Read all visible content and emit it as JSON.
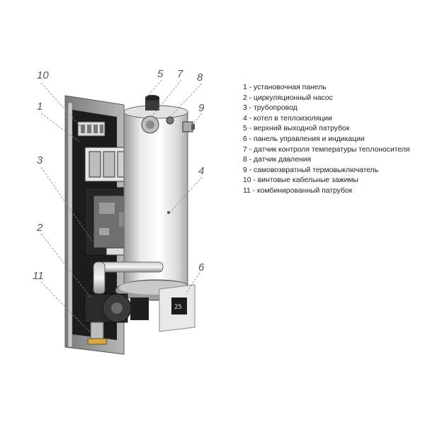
{
  "callouts": [
    "10",
    "1",
    "3",
    "2",
    "11",
    "5",
    "7",
    "8",
    "9",
    "4",
    "6"
  ],
  "legend": [
    "1 - установочная панель",
    "2 - циркуляционный насос",
    "3 - трубопровод",
    "4 - котел в теплоизоляции",
    "5 - верхний выходной патрубок",
    "6 - панель управления и индикации",
    "7 - датчик контроля температуры теплоносителя",
    "8 - датчик давления",
    "9 - самовозвратный термовыключатель",
    "10 - винтовые кабельные зажимы",
    "11 - комбинированный патрубок"
  ],
  "display_text": "25"
}
